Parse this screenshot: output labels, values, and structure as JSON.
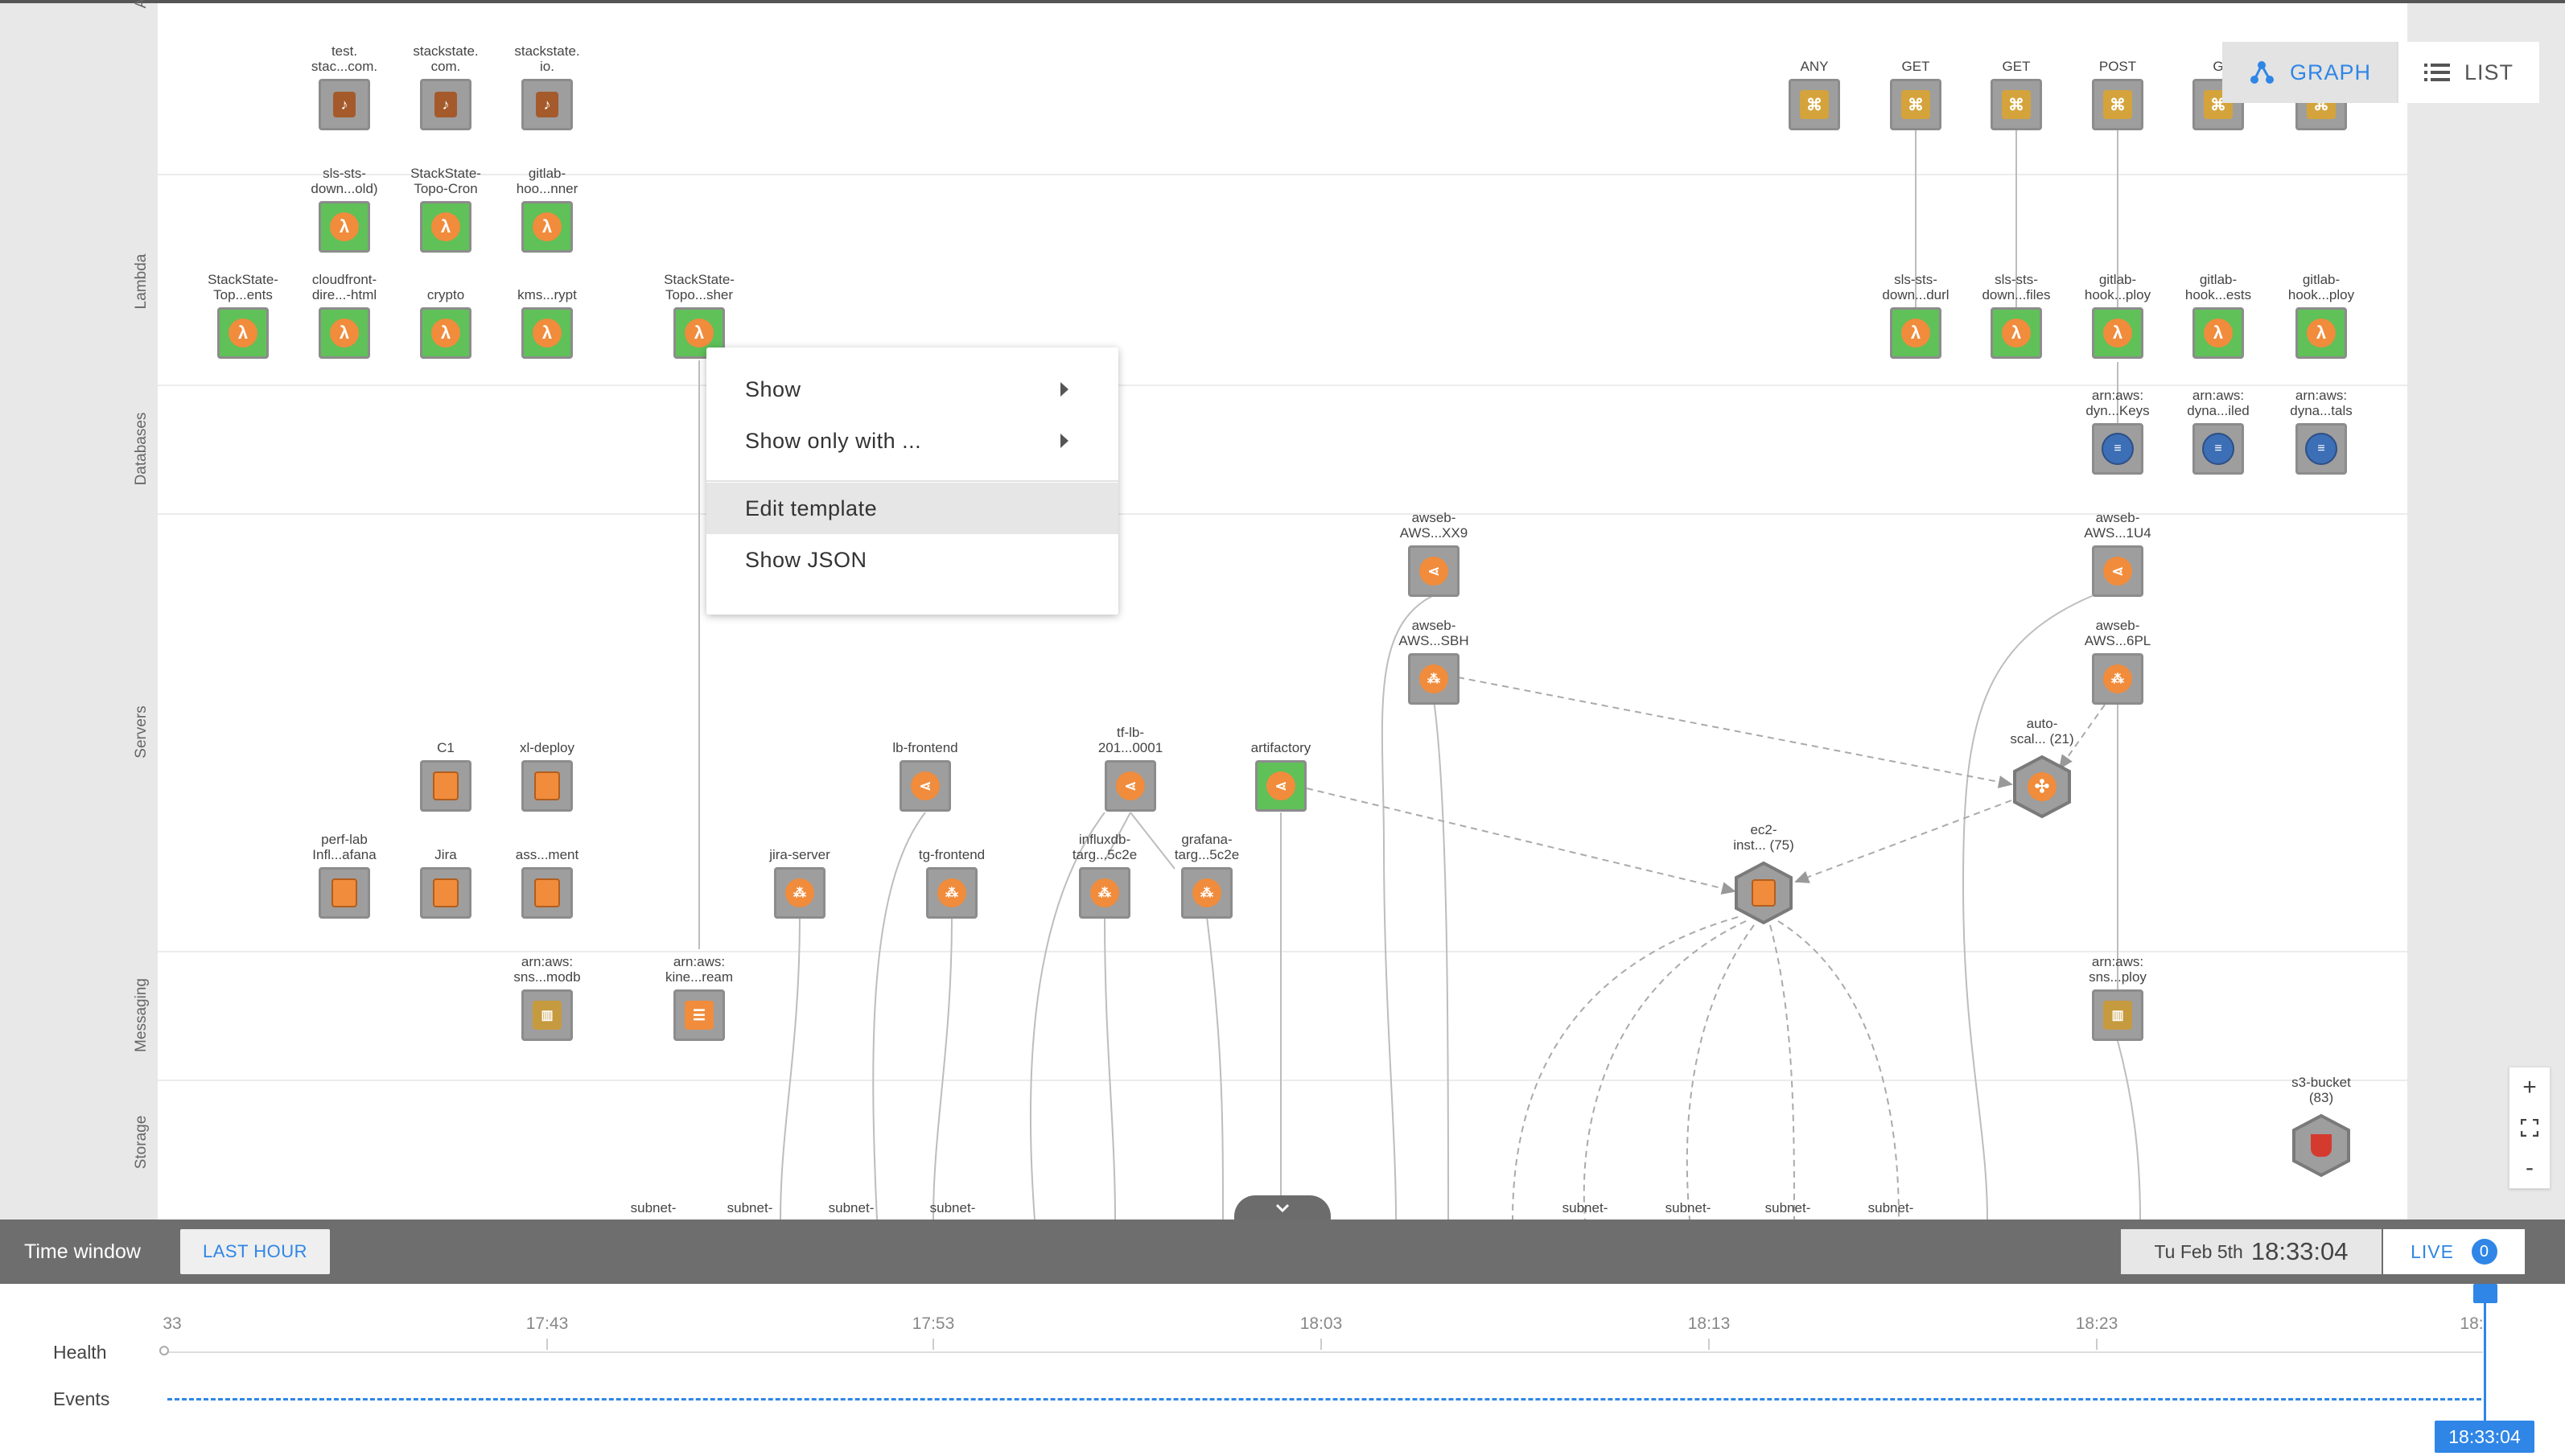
{
  "lanes": [
    {
      "key": "lane-a",
      "label": "A"
    },
    {
      "key": "lane-lambda",
      "label": "Lambda"
    },
    {
      "key": "lane-databases",
      "label": "Databases"
    },
    {
      "key": "lane-servers",
      "label": "Servers"
    },
    {
      "key": "lane-messaging",
      "label": "Messaging"
    },
    {
      "key": "lane-storage",
      "label": "Storage"
    }
  ],
  "context_menu": {
    "items": [
      {
        "label": "Show",
        "has_submenu": true
      },
      {
        "label": "Show only with ...",
        "has_submenu": true
      },
      {
        "label": "Edit template",
        "has_submenu": false,
        "highlighted": true
      },
      {
        "label": "Show JSON",
        "has_submenu": false
      }
    ]
  },
  "view_toggle": {
    "graph_label": "GRAPH",
    "list_label": "LIST",
    "active": "graph"
  },
  "zoom": {
    "in_label": "+",
    "fit_label": "fit",
    "out_label": "-"
  },
  "time_window": {
    "title": "Time window",
    "range_button": "LAST HOUR",
    "date": "Tu Feb 5th",
    "time": "18:33:04",
    "live_label": "LIVE",
    "live_count": "0"
  },
  "timeline": {
    "ticks": [
      "33",
      "17:43",
      "17:53",
      "18:03",
      "18:13",
      "18:23",
      "18:"
    ],
    "rows": {
      "health": "Health",
      "events": "Events"
    },
    "cursor_time": "18:33:04"
  },
  "nodes": [
    {
      "id": "n1",
      "label": "test.\nstac...com.",
      "kind": "route53",
      "ok": false
    },
    {
      "id": "n2",
      "label": "stackstate.\ncom.",
      "kind": "route53",
      "ok": false
    },
    {
      "id": "n3",
      "label": "stackstate.\nio.",
      "kind": "route53",
      "ok": false
    },
    {
      "id": "n4",
      "label": "sls-sts-\ndown...old)",
      "kind": "lambda",
      "ok": true
    },
    {
      "id": "n5",
      "label": "StackState-\nTopo-Cron",
      "kind": "lambda",
      "ok": true
    },
    {
      "id": "n6",
      "label": "gitlab-\nhoo...nner",
      "kind": "lambda",
      "ok": true
    },
    {
      "id": "n7",
      "label": "StackState-\nTop...ents",
      "kind": "lambda",
      "ok": true
    },
    {
      "id": "n8",
      "label": "cloudfront-\ndire...-html",
      "kind": "lambda",
      "ok": true
    },
    {
      "id": "n9",
      "label": "crypto",
      "kind": "lambda",
      "ok": true
    },
    {
      "id": "n10",
      "label": "kms...rypt",
      "kind": "lambda",
      "ok": true
    },
    {
      "id": "n11",
      "label": "StackState-\nTopo...sher",
      "kind": "lambda",
      "ok": true
    },
    {
      "id": "g1",
      "label": "ANY",
      "kind": "apigw",
      "ok": false
    },
    {
      "id": "g2",
      "label": "GET",
      "kind": "apigw",
      "ok": false
    },
    {
      "id": "g3",
      "label": "GET",
      "kind": "apigw",
      "ok": false
    },
    {
      "id": "g4",
      "label": "POST",
      "kind": "apigw",
      "ok": false
    },
    {
      "id": "g5",
      "label": "G",
      "kind": "apigw",
      "ok": false
    },
    {
      "id": "g6",
      "label": "",
      "kind": "apigw",
      "ok": false
    },
    {
      "id": "l1",
      "label": "sls-sts-\ndown...durl",
      "kind": "lambda",
      "ok": true
    },
    {
      "id": "l2",
      "label": "sls-sts-\ndown...files",
      "kind": "lambda",
      "ok": true
    },
    {
      "id": "l3",
      "label": "gitlab-\nhook...ploy",
      "kind": "lambda",
      "ok": true
    },
    {
      "id": "l4",
      "label": "gitlab-\nhook...ests",
      "kind": "lambda",
      "ok": true
    },
    {
      "id": "l5",
      "label": "gitlab-\nhook...ploy",
      "kind": "lambda",
      "ok": true
    },
    {
      "id": "d1",
      "label": "arn:aws:\ndyn...Keys",
      "kind": "dynamo",
      "ok": false
    },
    {
      "id": "d2",
      "label": "arn:aws:\ndyna...iled",
      "kind": "dynamo",
      "ok": false
    },
    {
      "id": "d3",
      "label": "arn:aws:\ndyna...tals",
      "kind": "dynamo",
      "ok": false
    },
    {
      "id": "s1",
      "label": "awseb-\nAWS...XX9",
      "kind": "elb",
      "ok": false
    },
    {
      "id": "s2",
      "label": "awseb-\nAWS...SBH",
      "kind": "alb",
      "ok": false
    },
    {
      "id": "s3",
      "label": "awseb-\nAWS...1U4",
      "kind": "elb",
      "ok": false
    },
    {
      "id": "s4",
      "label": "awseb-\nAWS...6PL",
      "kind": "alb",
      "ok": false
    },
    {
      "id": "s5",
      "label": "auto-\nscal... (21)",
      "kind": "asg",
      "ok": false
    },
    {
      "id": "s6",
      "label": "C1",
      "kind": "ec2",
      "ok": false
    },
    {
      "id": "s7",
      "label": "xl-deploy",
      "kind": "ec2",
      "ok": false
    },
    {
      "id": "s8",
      "label": "lb-frontend",
      "kind": "elb",
      "ok": false
    },
    {
      "id": "s9",
      "label": "tf-lb-\n201...0001",
      "kind": "elb",
      "ok": false
    },
    {
      "id": "s10",
      "label": "artifactory",
      "kind": "elb",
      "ok": true
    },
    {
      "id": "s11",
      "label": "perf-lab\nInfl...afana",
      "kind": "ec2",
      "ok": false
    },
    {
      "id": "s12",
      "label": "Jira",
      "kind": "ec2",
      "ok": false
    },
    {
      "id": "s13",
      "label": "ass...ment",
      "kind": "ec2",
      "ok": false
    },
    {
      "id": "s14",
      "label": "jira-server",
      "kind": "alb",
      "ok": false
    },
    {
      "id": "s15",
      "label": "tg-frontend",
      "kind": "alb",
      "ok": false
    },
    {
      "id": "s16",
      "label": "influxdb-\ntarg...5c2e",
      "kind": "alb",
      "ok": false
    },
    {
      "id": "s17",
      "label": "grafana-\ntarg...5c2e",
      "kind": "alb",
      "ok": false
    },
    {
      "id": "s18",
      "label": "ec2-\ninst... (75)",
      "kind": "ec2hex",
      "ok": false
    },
    {
      "id": "m1",
      "label": "arn:aws:\nsns...modb",
      "kind": "sns",
      "ok": false
    },
    {
      "id": "m2",
      "label": "arn:aws:\nkine...ream",
      "kind": "kinesis",
      "ok": false
    },
    {
      "id": "m3",
      "label": "arn:aws:\nsns...ploy",
      "kind": "sns",
      "ok": false
    },
    {
      "id": "st1",
      "label": "s3-bucket\n(83)",
      "kind": "s3hex",
      "ok": false
    }
  ],
  "subnet_labels": [
    "subnet-",
    "subnet-",
    "subnet-",
    "subnet-",
    "subnet-",
    "subnet-",
    "subnet-",
    "subnet-"
  ],
  "colors": {
    "accent": "#2f86e6",
    "ok_green": "#5fc158",
    "aws_orange": "#f08c3c",
    "bar_gray": "#6e6e6e"
  }
}
